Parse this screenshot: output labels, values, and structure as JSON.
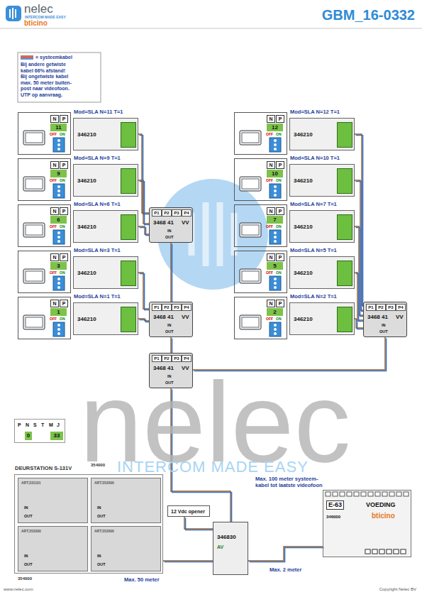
{
  "diagram": {
    "title": "GBM_16-0332",
    "nodes": [
      {
        "text": [
          "N",
          "P",
          "11",
          "OFF",
          "ON"
        ]
      },
      {
        "text": [
          "Mod=SLA N=11 T=1",
          "346210"
        ]
      },
      {
        "text": [
          "N",
          "P",
          "12",
          "OFF",
          "ON"
        ]
      },
      {
        "text": [
          "Mod=SLA N=12 T=1",
          "346210"
        ]
      },
      {
        "text": [
          "N",
          "P",
          "9",
          "OFF",
          "ON"
        ]
      },
      {
        "text": [
          "Mod=SLA N=9 T=1",
          "346210"
        ]
      },
      {
        "text": [
          "N",
          "P",
          "10",
          "OFF",
          "ON"
        ]
      },
      {
        "text": [
          "Mod=SLA N=10 T=1",
          "346210"
        ]
      },
      {
        "text": [
          "N",
          "P",
          "6",
          "OFF",
          "ON"
        ]
      },
      {
        "text": [
          "Mod=SLA N=6 T=1",
          "346210"
        ]
      },
      {
        "text": [
          "N",
          "P",
          "7",
          "OFF",
          "ON"
        ]
      },
      {
        "text": [
          "Mod=SLA N=7 T=1",
          "346210"
        ]
      },
      {
        "text": [
          "N",
          "P",
          "3",
          "OFF",
          "ON"
        ]
      },
      {
        "text": [
          "Mod=SLA N=3 T=1",
          "346210"
        ]
      },
      {
        "text": [
          "N",
          "P",
          "5",
          "OFF",
          "ON"
        ]
      },
      {
        "text": [
          "Mod=SLA N=5 T=1",
          "346210"
        ]
      },
      {
        "text": [
          "N",
          "P",
          "1",
          "OFF",
          "ON"
        ]
      },
      {
        "text": [
          "Mod=SLA N=1 T=1",
          "346210"
        ]
      },
      {
        "text": [
          "N",
          "P",
          "2",
          "OFF",
          "ON"
        ]
      },
      {
        "text": [
          "Mod=SLA N=2 T=1",
          "346210"
        ]
      },
      {
        "text": [
          "P1",
          "P2",
          "P3",
          "P4",
          "3468 41",
          "VV",
          "IN",
          "OUT"
        ]
      },
      {
        "text": [
          "P1",
          "P2",
          "P3",
          "P4",
          "3468 41",
          "VV",
          "IN",
          "OUT"
        ]
      },
      {
        "text": [
          "P1",
          "P2",
          "P3",
          "P4",
          "3468 41",
          "VV",
          "IN",
          "OUT"
        ]
      },
      {
        "text": [
          "P1",
          "P2",
          "P3",
          "P4",
          "3468 41",
          "VV",
          "IN",
          "OUT"
        ]
      },
      {
        "text": [
          "P",
          "N",
          "S",
          "T",
          "M",
          "J",
          "0",
          "33"
        ]
      },
      {
        "text": [
          "DEURSTATION S-131V"
        ]
      },
      {
        "text": [
          "ART.331101",
          "IN",
          "OUT"
        ],
        "in": 25
      },
      {
        "text": [
          "ART.352000",
          "IN",
          "OUT"
        ],
        "in": 25
      },
      {
        "text": [
          "ART.352000",
          "IN",
          "OUT"
        ],
        "in": 25
      },
      {
        "text": [
          "ART.352000",
          "IN",
          "OUT"
        ],
        "in": 25
      },
      {
        "text": [
          "12 Vdc opener"
        ]
      },
      {
        "text": [
          "346830",
          "AV"
        ]
      },
      {
        "text": [
          "E-63",
          "VOEDING",
          "bticino",
          "346000"
        ]
      }
    ],
    "edges": [
      {
        "from": 1,
        "to": 20,
        "arrow": "none"
      },
      {
        "from": 5,
        "to": 20,
        "arrow": "none"
      },
      {
        "from": 9,
        "to": 20,
        "arrow": "none"
      },
      {
        "from": 13,
        "to": 21,
        "arrow": "none"
      },
      {
        "from": 17,
        "to": 21,
        "arrow": "none"
      },
      {
        "from": 3,
        "to": 22,
        "arrow": "none"
      },
      {
        "from": 7,
        "to": 22,
        "arrow": "none"
      },
      {
        "from": 11,
        "to": 22,
        "arrow": "none"
      },
      {
        "from": 15,
        "to": 22,
        "arrow": "none"
      },
      {
        "from": 19,
        "to": 22,
        "arrow": "none"
      },
      {
        "from": 20,
        "to": 21,
        "arrow": "none"
      },
      {
        "from": 21,
        "to": 23,
        "arrow": "none"
      },
      {
        "from": 23,
        "to": 22,
        "arrow": "none"
      },
      {
        "from": 23,
        "to": 31,
        "arrow": "none"
      },
      {
        "from": 31,
        "to": 25,
        "arrow": "none"
      },
      {
        "from": 31,
        "to": 30,
        "arrow": "none"
      },
      {
        "from": 31,
        "to": 32,
        "arrow": "none"
      }
    ],
    "labels": [
      "nelec",
      "INTERCOM MADE EASY",
      "bticino",
      "Bij andere getwiste",
      "kabel 66% afstand!",
      "Bij ongetwiste kabel",
      "max. 50 meter buiten-",
      "post naar videofoon.",
      "UTP op aanvraag.",
      "nelec",
      "INTERCOM MADE EASY",
      "354000",
      "354000",
      "Max. 100 meter systeem-",
      "kabel tot laatste videofoon",
      "Max. 50 meter",
      "Max. 2 meter",
      "www.nelec.com",
      "Copyright Nelec BV"
    ],
    "legend": [
      {
        "text": "= systeemkabel"
      }
    ]
  }
}
